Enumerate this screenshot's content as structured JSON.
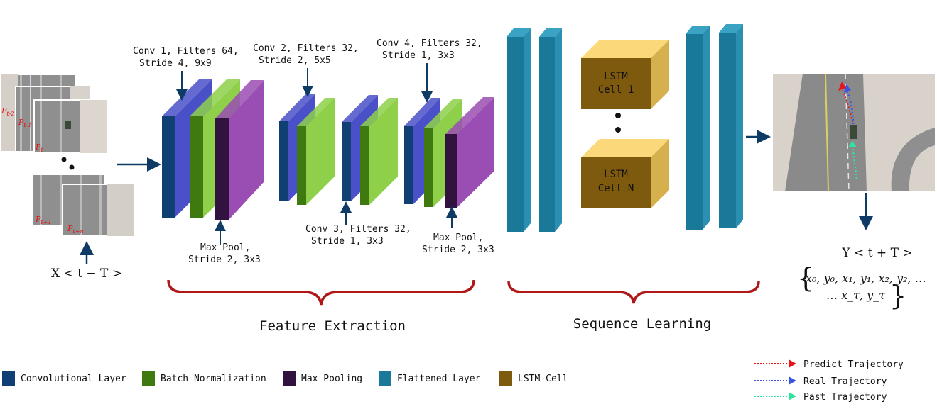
{
  "input": {
    "labels": [
      "P",
      "P",
      "P",
      "P",
      "P"
    ],
    "subs": [
      "t-2",
      "t-1",
      "t",
      "t+1",
      "t+n"
    ],
    "caption": "X < t − T >"
  },
  "layers": {
    "conv1": [
      "Conv 1, Filters 64,",
      "Stride 4, 9x9"
    ],
    "conv2": [
      "Conv 2, Filters 32,",
      "Stride 2, 5x5"
    ],
    "conv4": [
      "Conv 4, Filters 32,",
      "Stride 1, 3x3"
    ],
    "pool1": [
      "Max Pool,",
      "Stride 2, 3x3"
    ],
    "conv3": [
      "Conv 3, Filters 32,",
      "Stride 1, 3x3"
    ],
    "pool2": [
      "Max Pool,",
      "Stride 2, 3x3"
    ]
  },
  "lstm": {
    "cell1": [
      "LSTM",
      "Cell 1"
    ],
    "celln": [
      "LSTM",
      "Cell N"
    ]
  },
  "sections": {
    "feature": "Feature Extraction",
    "sequence": "Sequence Learning"
  },
  "output": {
    "title": "Y < t + T >",
    "line1": "x₀, y₀, x₁, y₁, x₂, y₂, …",
    "line2": "… x_τ, y_τ"
  },
  "legend": [
    {
      "label": "Convolutional Layer",
      "color": "#0f3f73"
    },
    {
      "label": "Batch Normalization",
      "color": "#3f7a10"
    },
    {
      "label": "Max Pooling",
      "color": "#32133f"
    },
    {
      "label": "Flattened Layer",
      "color": "#1a7898"
    },
    {
      "label": "LSTM Cell",
      "color": "#7e5a0e"
    }
  ],
  "trajectory_legend": [
    {
      "label": "Predict Trajectory",
      "color": "#e8141a"
    },
    {
      "label": "Real Trajectory",
      "color": "#3c54e6"
    },
    {
      "label": "Past Trajectory",
      "color": "#2ee5a0"
    }
  ],
  "colors": {
    "conv_front": "#0f3f73",
    "conv_side": "#4a50c8",
    "bn_front": "#3f7a10",
    "bn_side": "#8ed04a",
    "pool_front": "#32133f",
    "pool_side": "#9a4db3",
    "flat": "#1a7898",
    "lstm_front": "#7e5a0e",
    "lstm_top": "#fbd97a",
    "brace": "#b01818",
    "arrow": "#0d3b66"
  }
}
